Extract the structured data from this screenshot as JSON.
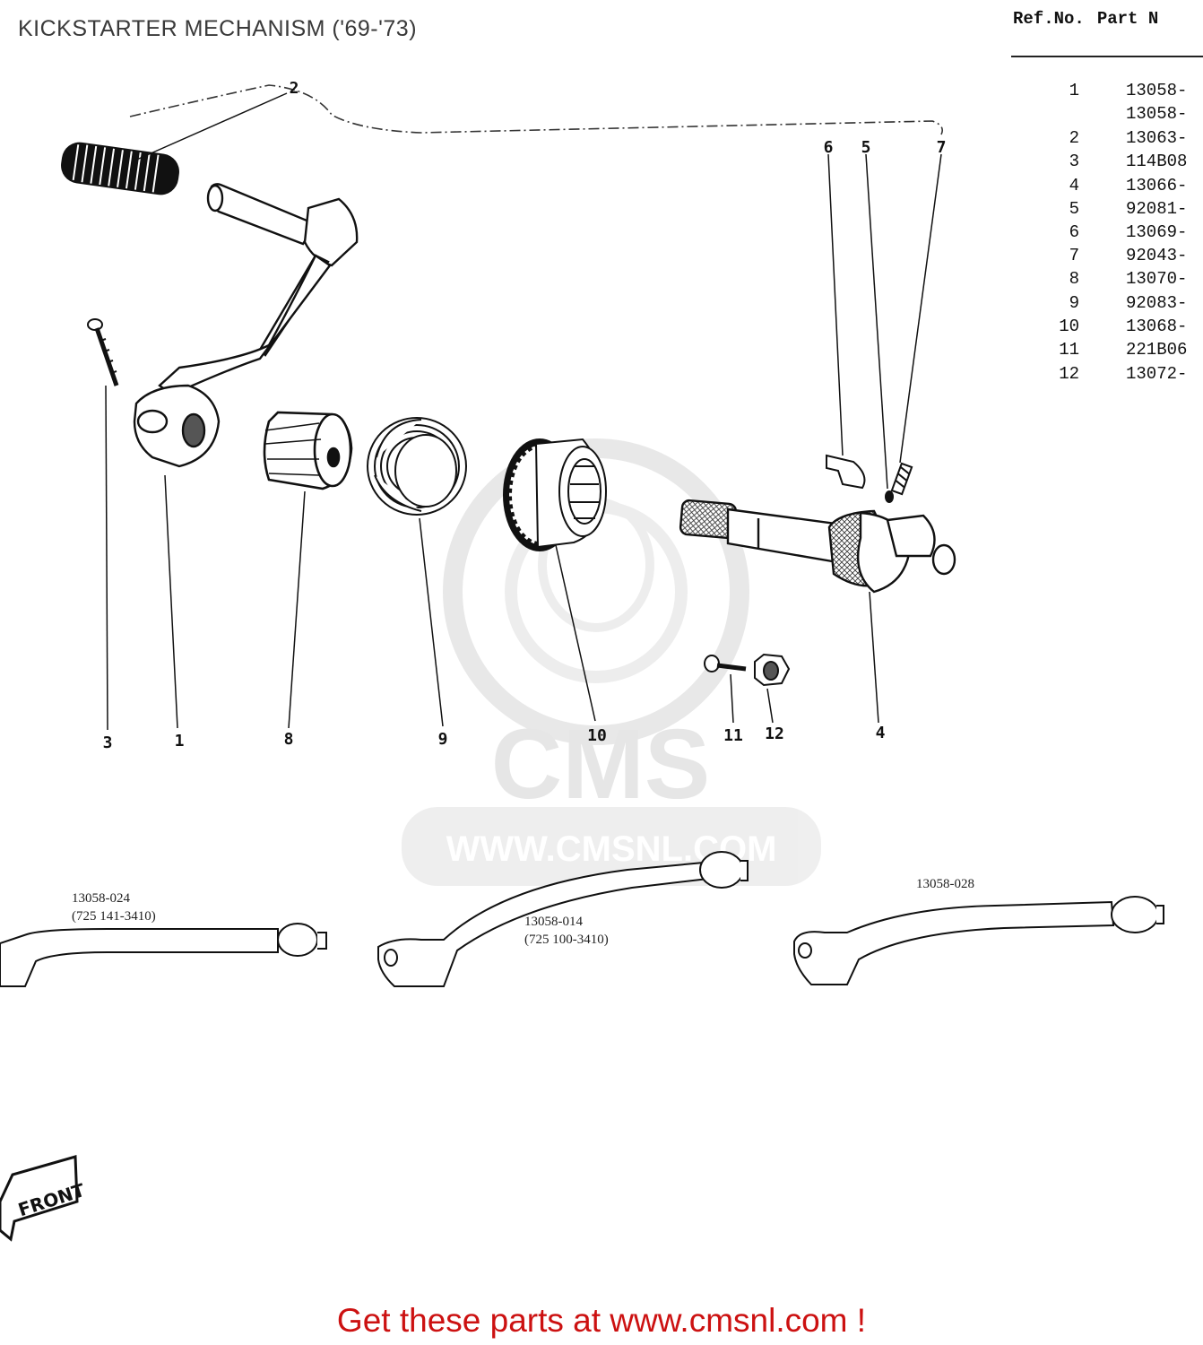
{
  "title": "KICKSTARTER MECHANISM ('69-'73)",
  "table": {
    "headers": [
      "Ref.No.",
      "Part N"
    ],
    "rows": [
      {
        "ref": "1",
        "part": "13058-"
      },
      {
        "ref": "",
        "part": "13058-"
      },
      {
        "ref": "2",
        "part": "13063-"
      },
      {
        "ref": "3",
        "part": "114B08"
      },
      {
        "ref": "4",
        "part": "13066-"
      },
      {
        "ref": "5",
        "part": "92081-"
      },
      {
        "ref": "6",
        "part": "13069-"
      },
      {
        "ref": "7",
        "part": "92043-"
      },
      {
        "ref": "8",
        "part": "13070-"
      },
      {
        "ref": "9",
        "part": "92083-"
      },
      {
        "ref": "10",
        "part": "13068-"
      },
      {
        "ref": "11",
        "part": "221B06"
      },
      {
        "ref": "12",
        "part": "13072-"
      }
    ]
  },
  "callouts": {
    "c1": "1",
    "c2": "2",
    "c3": "3",
    "c4": "4",
    "c5": "5",
    "c6": "6",
    "c7": "7",
    "c8": "8",
    "c9": "9",
    "c10": "10",
    "c11": "11",
    "c12": "12"
  },
  "variants": [
    {
      "part": "13058-024",
      "code": "(725 141-3410)"
    },
    {
      "part": "13058-014",
      "code": "(725 100-3410)"
    },
    {
      "part": "13058-028"
    }
  ],
  "front_label": "FRONT",
  "watermark": {
    "brand": "CMS",
    "url": "WWW.CMSNL.COM"
  },
  "footer": "Get these parts at www.cmsnl.com !",
  "colors": {
    "footer": "#cc1111",
    "ink": "#111111",
    "watermark": "#e4e4e4"
  }
}
